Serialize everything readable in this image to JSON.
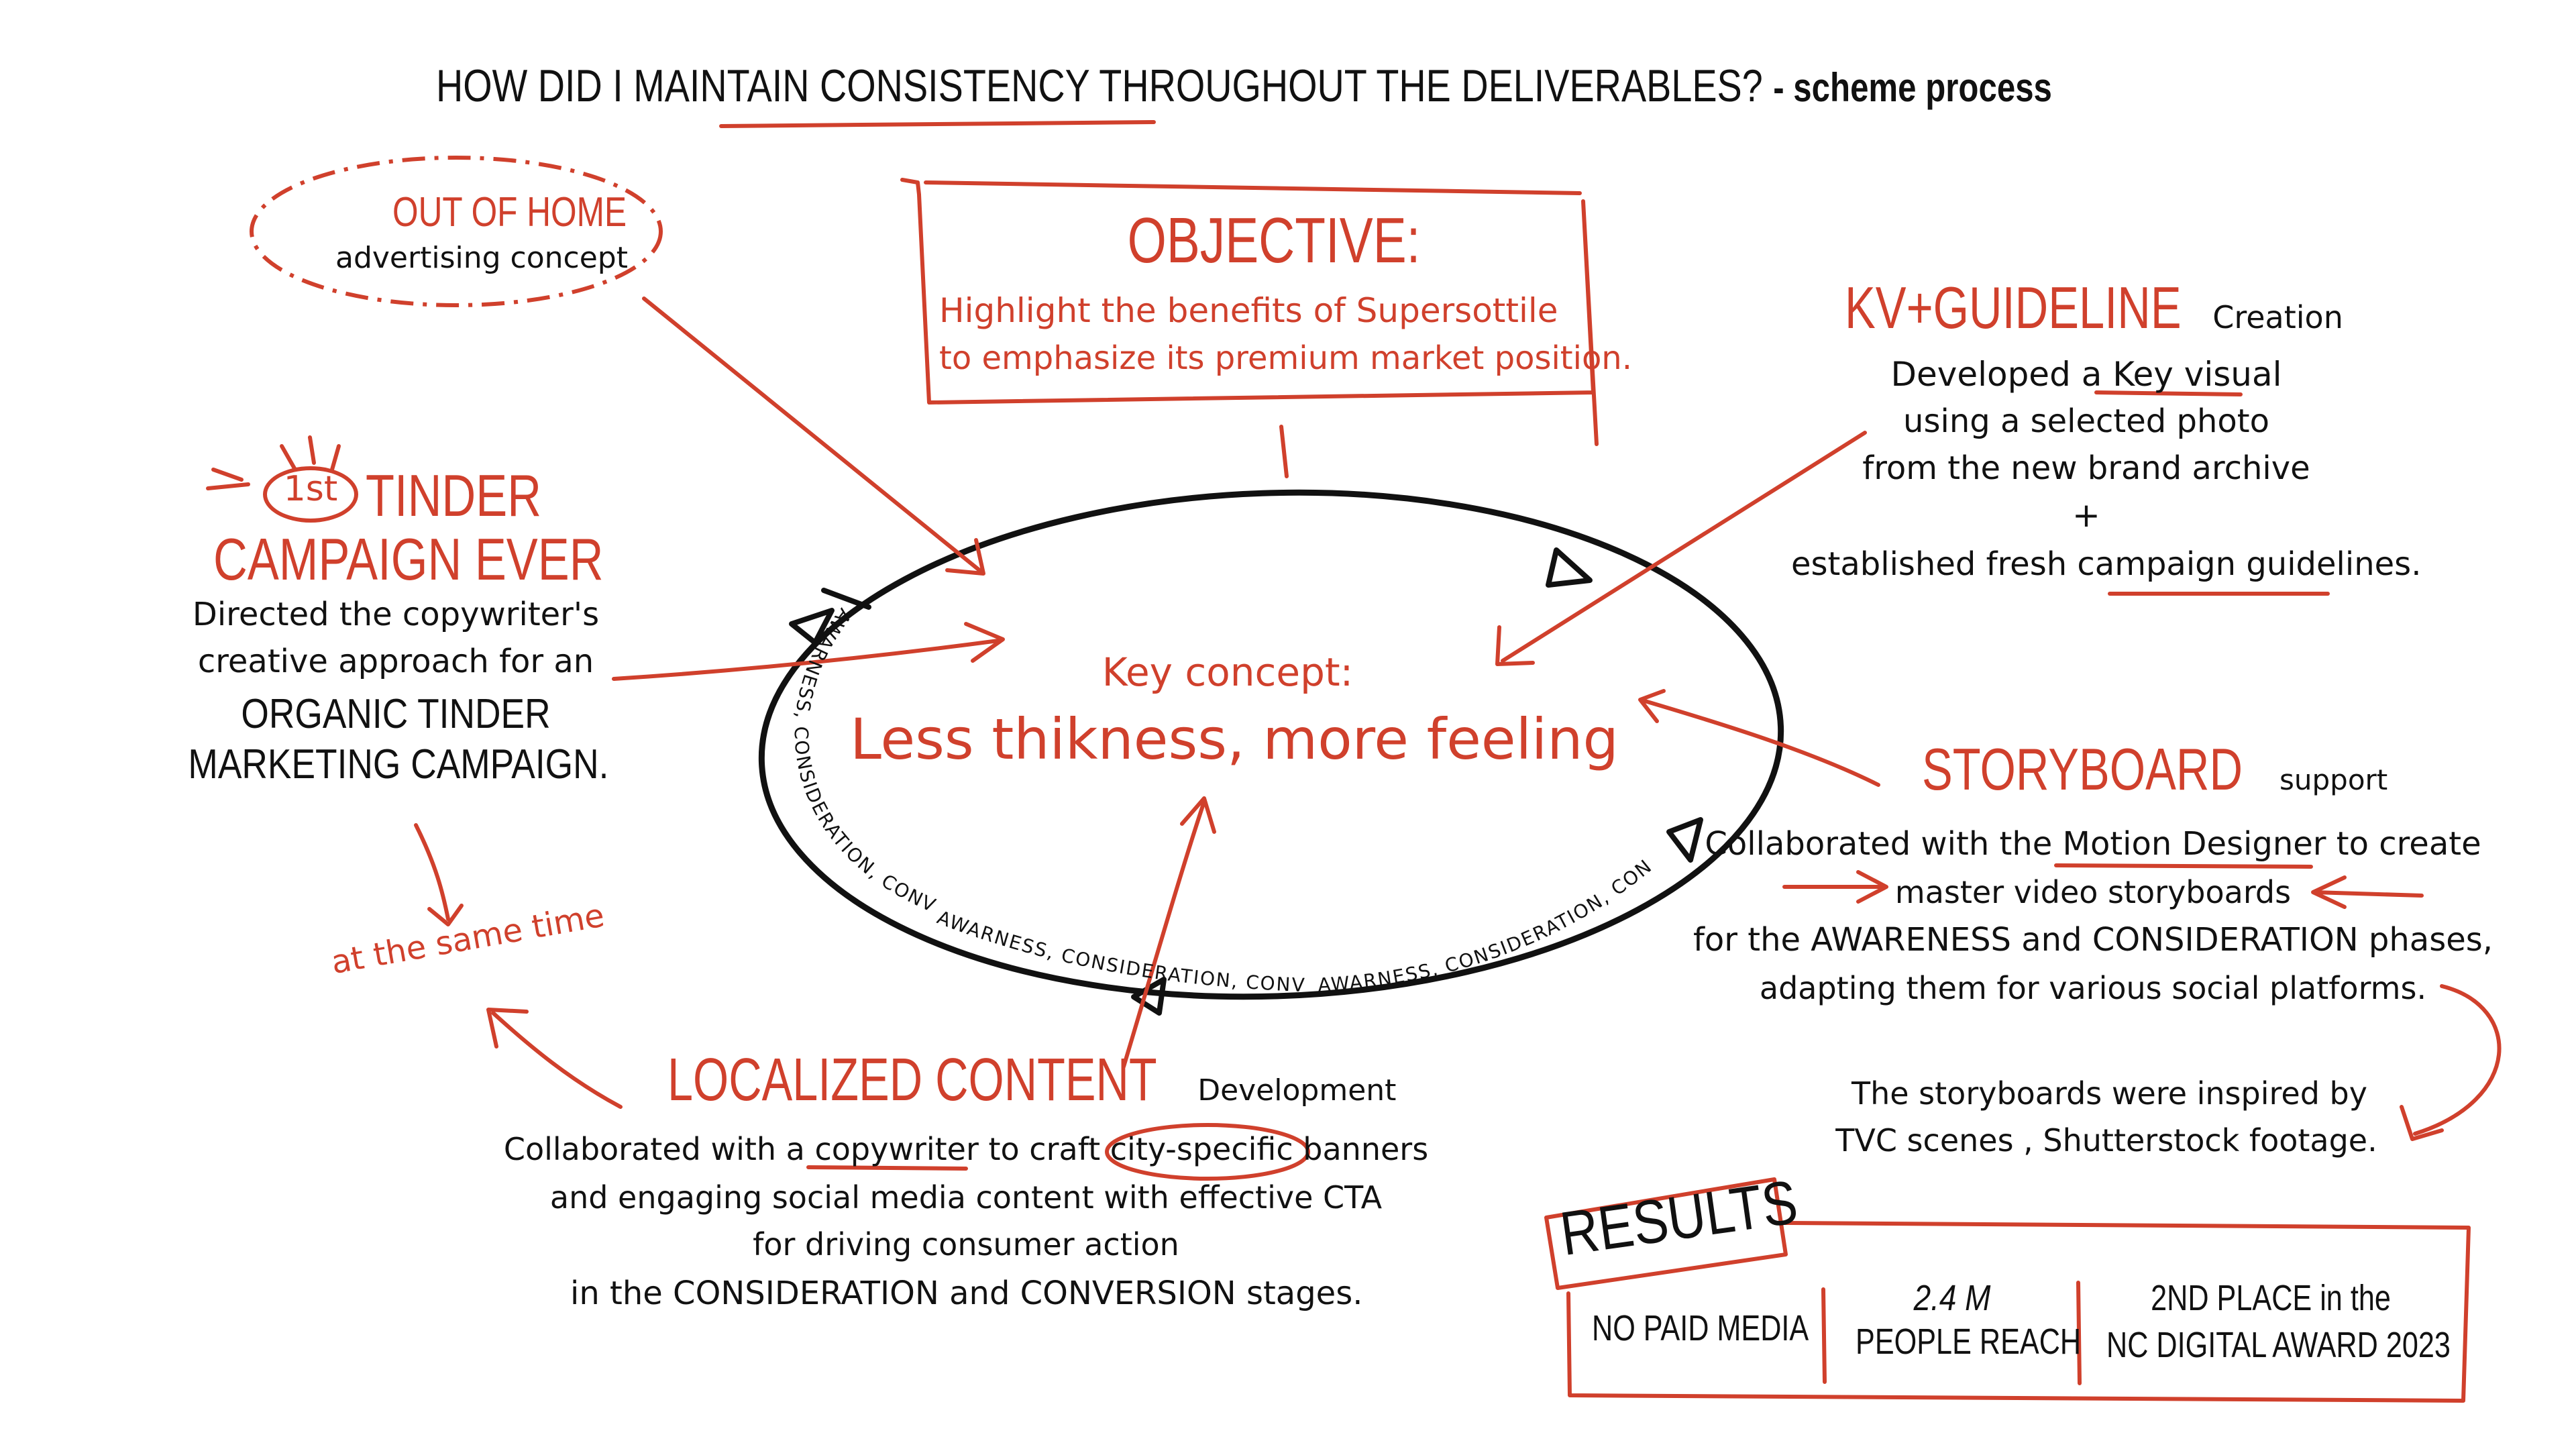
{
  "title": {
    "main": "HOW DID I MAINTAIN CONSISTENCY THROUGHOUT THE DELIVERABLES?",
    "suffix": "- scheme process"
  },
  "objective": {
    "heading": "OBJECTIVE:",
    "line1": "Highlight the benefits of Supersottile",
    "line2": "to emphasize its premium market position."
  },
  "out_of_home": {
    "heading": "OUT OF HOME",
    "sub": "advertising concept"
  },
  "kv_guideline": {
    "heading": "KV+GUIDELINE",
    "heading_suffix": "Creation",
    "line1": "Developed a Key visual",
    "line2": "using a selected photo",
    "line3": "from the new brand archive",
    "plus": "+",
    "line4": "established fresh campaign guidelines."
  },
  "tinder": {
    "badge": "1st",
    "heading1": "TINDER",
    "heading2": "CAMPAIGN EVER",
    "line1": "Directed the copywriter's",
    "line2": "creative approach for an",
    "line3": "ORGANIC TINDER",
    "line4": "MARKETING CAMPAIGN."
  },
  "same_time": "at the same time",
  "key_concept": {
    "label": "Key concept:",
    "value": "Less thikness, more feeling"
  },
  "funnel_labels": {
    "left": "AWARNESS, CONSIDERATION, CONVERSION",
    "bottom_mid": "AWARNESS, CONSIDERATION, CONVERSION",
    "bottom_right": "AWARNESS, CONSIDERATION, CONVERSION"
  },
  "storyboard": {
    "heading": "STORYBOARD",
    "heading_suffix": "support",
    "line1": "Collaborated with the Motion Designer to create",
    "line2": "master video storyboards",
    "line3": "for the AWARENESS and CONSIDERATION phases,",
    "line4": "adapting them for various social platforms.",
    "note1": "The storyboards were inspired by",
    "note2": "TVC scenes , Shutterstock footage."
  },
  "localized": {
    "heading": "LOCALIZED CONTENT",
    "heading_suffix": "Development",
    "line1": "Collaborated with a copywriter to craft city-specific banners",
    "line2": "and engaging social media content with effective CTA",
    "line3": "for driving consumer action",
    "line4": "in the CONSIDERATION and CONVERSION stages."
  },
  "results": {
    "heading": "RESULTS",
    "items": [
      "NO PAID MEDIA",
      "2.4 M",
      "PEOPLE REACH",
      "2ND PLACE in the",
      "NC DIGITAL AWARD 2023"
    ]
  },
  "colors": {
    "accent": "#d0402c",
    "ink": "#111111"
  }
}
